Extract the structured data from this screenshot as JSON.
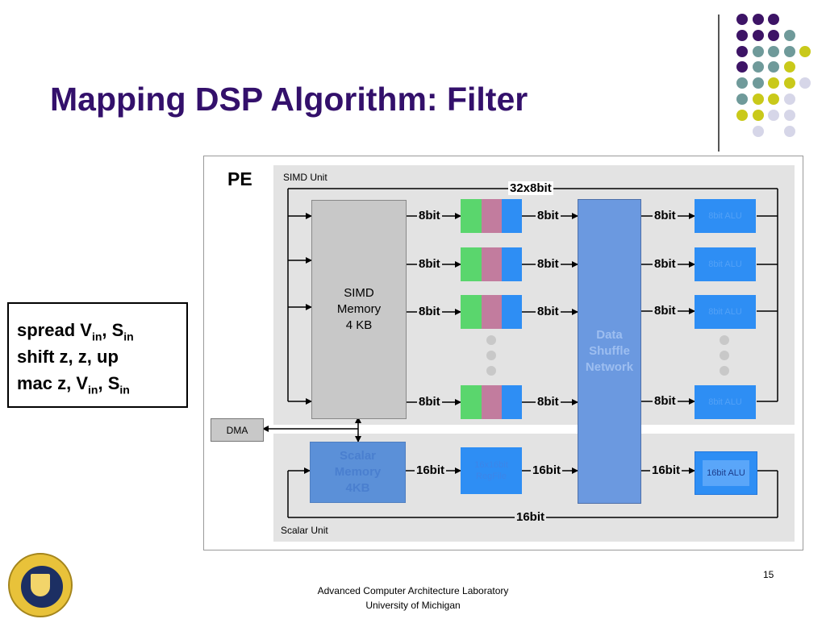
{
  "slide": {
    "title": "Mapping DSP Algorithm: Filter",
    "page_number": "15",
    "footer_line1": "Advanced Computer Architecture Laboratory",
    "footer_line2": "University of Michigan"
  },
  "code": {
    "line1_a": "spread V",
    "line1_sub1": "in",
    "line1_b": ", S",
    "line1_sub2": "in",
    "line2": "shift z, z, up",
    "line3_a": "mac z, V",
    "line3_sub1": "in",
    "line3_b": ", S",
    "line3_sub2": "in"
  },
  "diagram": {
    "pe_label": "PE",
    "simd_unit_label": "SIMD Unit",
    "scalar_unit_label": "Scalar Unit",
    "bus_top_label": "32x8bit",
    "bus_bottom_label": "16bit",
    "simd_memory": [
      "SIMD",
      "Memory",
      "4 KB"
    ],
    "scalar_memory": [
      "Scalar",
      "Memory",
      "4KB"
    ],
    "scalar_regfile": [
      "16x16bit",
      "RegFile"
    ],
    "shuffle": [
      "Data",
      "Shuffle",
      "Network"
    ],
    "dma_label": "DMA",
    "lane_width_label": "8bit",
    "scalar_width_label": "16bit",
    "simd_alu_label": "8bit ALU",
    "scalar_alu_label": "16bit ALU"
  },
  "colors": {
    "title": "#33106b",
    "reg_green": "#5ad66d",
    "reg_pink": "#c27c9e",
    "reg_blue": "#2e8ef4",
    "shuffle": "#6b99e0"
  },
  "icons": [
    "university-of-michigan-seal-icon"
  ]
}
